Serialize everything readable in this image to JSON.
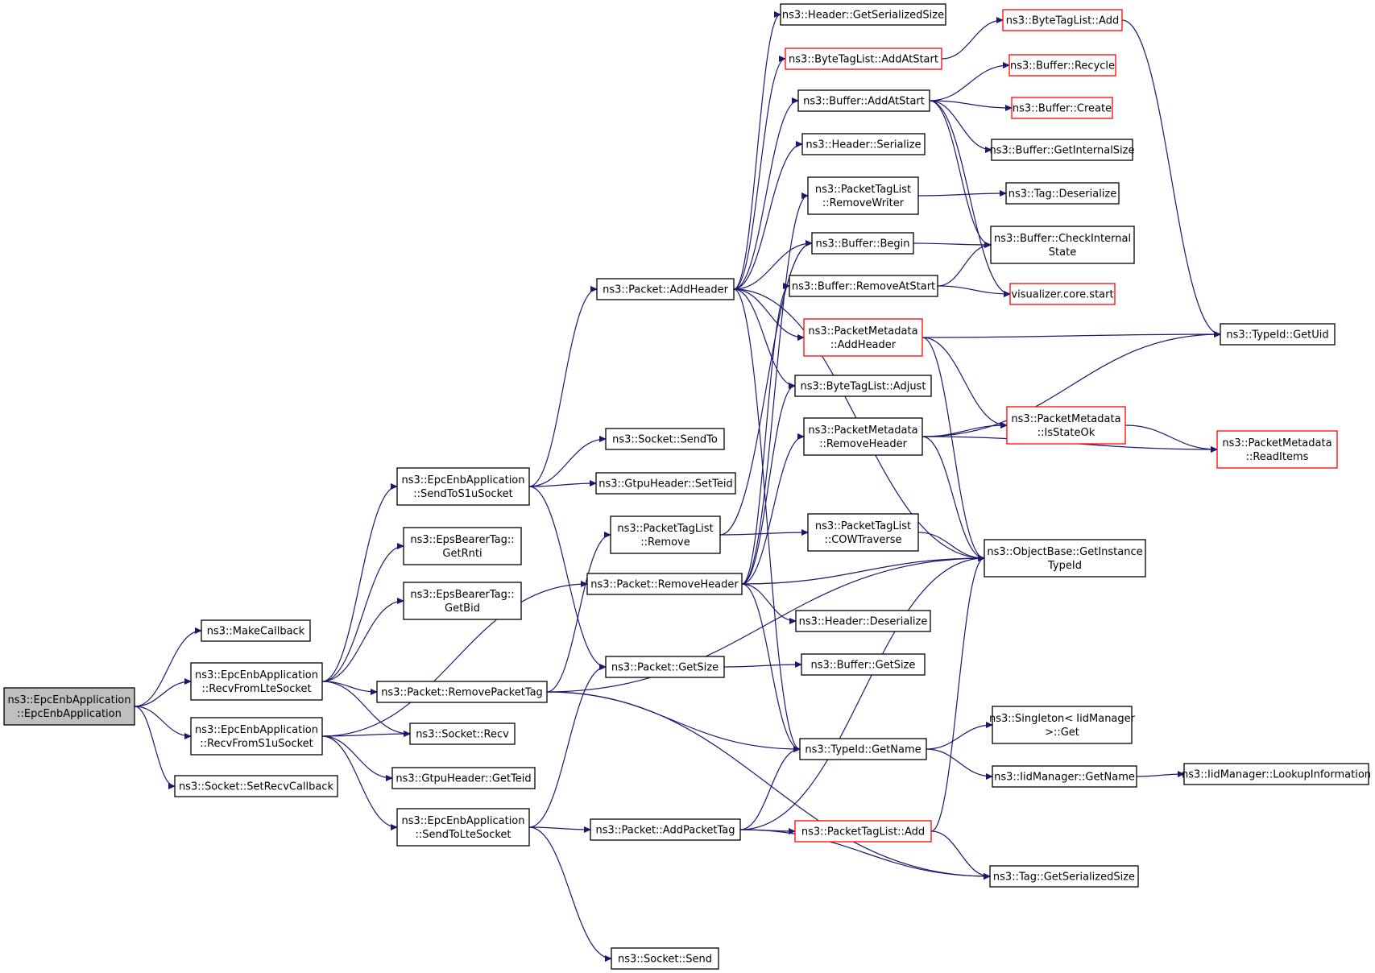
{
  "colors": {
    "edge": "#191970",
    "box_border_default": "#000000",
    "box_border_truncated": "#ff0000",
    "root_fill": "#bfbfbf",
    "box_fill": "#ffffff"
  },
  "nodes": [
    {
      "id": "root",
      "lines": [
        "ns3::EpcEnbApplication",
        "::EpcEnbApplication"
      ],
      "style": "root"
    },
    {
      "id": "makecallback",
      "lines": [
        "ns3::MakeCallback"
      ],
      "style": "normal"
    },
    {
      "id": "recvfromlte",
      "lines": [
        "ns3::EpcEnbApplication",
        "::RecvFromLteSocket"
      ],
      "style": "normal"
    },
    {
      "id": "recvfroms1u",
      "lines": [
        "ns3::EpcEnbApplication",
        "::RecvFromS1uSocket"
      ],
      "style": "normal"
    },
    {
      "id": "setrecvcallback",
      "lines": [
        "ns3::Socket::SetRecvCallback"
      ],
      "style": "normal"
    },
    {
      "id": "sendtos1u",
      "lines": [
        "ns3::EpcEnbApplication",
        "::SendToS1uSocket"
      ],
      "style": "normal"
    },
    {
      "id": "getrnti",
      "lines": [
        "ns3::EpsBearerTag::",
        "GetRnti"
      ],
      "style": "normal"
    },
    {
      "id": "getbid",
      "lines": [
        "ns3::EpsBearerTag::",
        "GetBid"
      ],
      "style": "normal"
    },
    {
      "id": "removepackettag",
      "lines": [
        "ns3::Packet::RemovePacketTag"
      ],
      "style": "normal"
    },
    {
      "id": "socketrecv",
      "lines": [
        "ns3::Socket::Recv"
      ],
      "style": "normal"
    },
    {
      "id": "gtpgetteid",
      "lines": [
        "ns3::GtpuHeader::GetTeid"
      ],
      "style": "normal"
    },
    {
      "id": "sendtolte",
      "lines": [
        "ns3::EpcEnbApplication",
        "::SendToLteSocket"
      ],
      "style": "normal"
    },
    {
      "id": "addheader",
      "lines": [
        "ns3::Packet::AddHeader"
      ],
      "style": "normal"
    },
    {
      "id": "socketsendto",
      "lines": [
        "ns3::Socket::SendTo"
      ],
      "style": "normal"
    },
    {
      "id": "gtpsetteid",
      "lines": [
        "ns3::GtpuHeader::SetTeid"
      ],
      "style": "normal"
    },
    {
      "id": "ptlremove",
      "lines": [
        "ns3::PacketTagList",
        "::Remove"
      ],
      "style": "normal"
    },
    {
      "id": "removeheader",
      "lines": [
        "ns3::Packet::RemoveHeader"
      ],
      "style": "normal"
    },
    {
      "id": "packetgetsize",
      "lines": [
        "ns3::Packet::GetSize"
      ],
      "style": "normal"
    },
    {
      "id": "addpackettag",
      "lines": [
        "ns3::Packet::AddPacketTag"
      ],
      "style": "normal"
    },
    {
      "id": "socketsend",
      "lines": [
        "ns3::Socket::Send"
      ],
      "style": "normal"
    },
    {
      "id": "hdrgetsersize",
      "lines": [
        "ns3::Header::GetSerializedSize"
      ],
      "style": "normal"
    },
    {
      "id": "btladdatstart",
      "lines": [
        "ns3::ByteTagList::AddAtStart"
      ],
      "style": "truncated"
    },
    {
      "id": "bufaddatstart",
      "lines": [
        "ns3::Buffer::AddAtStart"
      ],
      "style": "normal"
    },
    {
      "id": "hdrserialize",
      "lines": [
        "ns3::Header::Serialize"
      ],
      "style": "normal"
    },
    {
      "id": "ptlremovewriter",
      "lines": [
        "ns3::PacketTagList",
        "::RemoveWriter"
      ],
      "style": "normal"
    },
    {
      "id": "bufbegin",
      "lines": [
        "ns3::Buffer::Begin"
      ],
      "style": "normal"
    },
    {
      "id": "bufremoveatstart",
      "lines": [
        "ns3::Buffer::RemoveAtStart"
      ],
      "style": "normal"
    },
    {
      "id": "pmaddheader",
      "lines": [
        "ns3::PacketMetadata",
        "::AddHeader"
      ],
      "style": "truncated"
    },
    {
      "id": "btladjust",
      "lines": [
        "ns3::ByteTagList::Adjust"
      ],
      "style": "normal"
    },
    {
      "id": "pmremoveheader",
      "lines": [
        "ns3::PacketMetadata",
        "::RemoveHeader"
      ],
      "style": "normal"
    },
    {
      "id": "ptlcowtraverse",
      "lines": [
        "ns3::PacketTagList",
        "::COWTraverse"
      ],
      "style": "normal"
    },
    {
      "id": "hdrdeserialize",
      "lines": [
        "ns3::Header::Deserialize"
      ],
      "style": "normal"
    },
    {
      "id": "bufgetsize",
      "lines": [
        "ns3::Buffer::GetSize"
      ],
      "style": "normal"
    },
    {
      "id": "typeidgetname",
      "lines": [
        "ns3::TypeId::GetName"
      ],
      "style": "normal"
    },
    {
      "id": "ptladd",
      "lines": [
        "ns3::PacketTagList::Add"
      ],
      "style": "truncated"
    },
    {
      "id": "btladd",
      "lines": [
        "ns3::ByteTagList::Add"
      ],
      "style": "truncated"
    },
    {
      "id": "bufrecycle",
      "lines": [
        "ns3::Buffer::Recycle"
      ],
      "style": "truncated"
    },
    {
      "id": "bufcreate",
      "lines": [
        "ns3::Buffer::Create"
      ],
      "style": "truncated"
    },
    {
      "id": "bufgetinternalsize",
      "lines": [
        "ns3::Buffer::GetInternalSize"
      ],
      "style": "normal"
    },
    {
      "id": "tagdeserialize",
      "lines": [
        "ns3::Tag::Deserialize"
      ],
      "style": "normal"
    },
    {
      "id": "bufcheckinternal",
      "lines": [
        "ns3::Buffer::CheckInternal",
        "State"
      ],
      "style": "normal"
    },
    {
      "id": "visstart",
      "lines": [
        "visualizer.core.start"
      ],
      "style": "truncated"
    },
    {
      "id": "pmisstateok",
      "lines": [
        "ns3::PacketMetadata",
        "::IsStateOk"
      ],
      "style": "truncated"
    },
    {
      "id": "objgetinstancetypeid",
      "lines": [
        "ns3::ObjectBase::GetInstance",
        "TypeId"
      ],
      "style": "normal"
    },
    {
      "id": "singletonget",
      "lines": [
        "ns3::Singleton< IidManager",
        ">::Get"
      ],
      "style": "normal"
    },
    {
      "id": "iidgetname",
      "lines": [
        "ns3::IidManager::GetName"
      ],
      "style": "normal"
    },
    {
      "id": "taggetsersize",
      "lines": [
        "ns3::Tag::GetSerializedSize"
      ],
      "style": "normal"
    },
    {
      "id": "typeidgetuid",
      "lines": [
        "ns3::TypeId::GetUid"
      ],
      "style": "normal"
    },
    {
      "id": "pmreaditems",
      "lines": [
        "ns3::PacketMetadata",
        "::ReadItems"
      ],
      "style": "truncated"
    },
    {
      "id": "iidlookupinfo",
      "lines": [
        "ns3::IidManager::LookupInformation"
      ],
      "style": "normal"
    }
  ],
  "edges": [
    [
      "root",
      "makecallback"
    ],
    [
      "root",
      "recvfromlte"
    ],
    [
      "root",
      "recvfroms1u"
    ],
    [
      "root",
      "setrecvcallback"
    ],
    [
      "recvfromlte",
      "sendtos1u"
    ],
    [
      "recvfromlte",
      "getrnti"
    ],
    [
      "recvfromlte",
      "getbid"
    ],
    [
      "recvfromlte",
      "removepackettag"
    ],
    [
      "recvfromlte",
      "socketrecv"
    ],
    [
      "recvfroms1u",
      "socketrecv"
    ],
    [
      "recvfroms1u",
      "gtpgetteid"
    ],
    [
      "recvfroms1u",
      "sendtolte"
    ],
    [
      "recvfroms1u",
      "removeheader"
    ],
    [
      "sendtos1u",
      "addheader"
    ],
    [
      "sendtos1u",
      "socketsendto"
    ],
    [
      "sendtos1u",
      "gtpsetteid"
    ],
    [
      "sendtos1u",
      "packetgetsize"
    ],
    [
      "sendtolte",
      "addpackettag"
    ],
    [
      "sendtolte",
      "packetgetsize"
    ],
    [
      "sendtolte",
      "socketsend"
    ],
    [
      "removepackettag",
      "ptlremove"
    ],
    [
      "removepackettag",
      "typeidgetname"
    ],
    [
      "removepackettag",
      "objgetinstancetypeid"
    ],
    [
      "removepackettag",
      "taggetsersize"
    ],
    [
      "addheader",
      "hdrgetsersize"
    ],
    [
      "addheader",
      "btladdatstart"
    ],
    [
      "addheader",
      "bufaddatstart"
    ],
    [
      "addheader",
      "hdrserialize"
    ],
    [
      "addheader",
      "bufbegin"
    ],
    [
      "addheader",
      "pmaddheader"
    ],
    [
      "addheader",
      "btladjust"
    ],
    [
      "addheader",
      "objgetinstancetypeid"
    ],
    [
      "addheader",
      "typeidgetname"
    ],
    [
      "ptlremove",
      "ptlcowtraverse"
    ],
    [
      "ptlremove",
      "bufbegin"
    ],
    [
      "removeheader",
      "hdrdeserialize"
    ],
    [
      "removeheader",
      "ptlremovewriter"
    ],
    [
      "removeheader",
      "bufremoveatstart"
    ],
    [
      "removeheader",
      "btladjust"
    ],
    [
      "removeheader",
      "pmremoveheader"
    ],
    [
      "removeheader",
      "objgetinstancetypeid"
    ],
    [
      "removeheader",
      "typeidgetname"
    ],
    [
      "packetgetsize",
      "bufgetsize"
    ],
    [
      "addpackettag",
      "ptladd"
    ],
    [
      "addpackettag",
      "typeidgetname"
    ],
    [
      "addpackettag",
      "objgetinstancetypeid"
    ],
    [
      "addpackettag",
      "taggetsersize"
    ],
    [
      "btladdatstart",
      "btladd"
    ],
    [
      "bufaddatstart",
      "bufrecycle"
    ],
    [
      "bufaddatstart",
      "bufcreate"
    ],
    [
      "bufaddatstart",
      "bufgetinternalsize"
    ],
    [
      "bufaddatstart",
      "bufcheckinternal"
    ],
    [
      "bufaddatstart",
      "visstart"
    ],
    [
      "ptlremovewriter",
      "tagdeserialize"
    ],
    [
      "bufbegin",
      "bufcheckinternal"
    ],
    [
      "bufremoveatstart",
      "bufcheckinternal"
    ],
    [
      "bufremoveatstart",
      "visstart"
    ],
    [
      "pmaddheader",
      "typeidgetuid"
    ],
    [
      "pmaddheader",
      "pmisstateok"
    ],
    [
      "pmaddheader",
      "objgetinstancetypeid"
    ],
    [
      "pmremoveheader",
      "pmisstateok"
    ],
    [
      "pmremoveheader",
      "pmreaditems"
    ],
    [
      "pmremoveheader",
      "typeidgetuid"
    ],
    [
      "pmremoveheader",
      "objgetinstancetypeid"
    ],
    [
      "ptlcowtraverse",
      "objgetinstancetypeid"
    ],
    [
      "typeidgetname",
      "singletonget"
    ],
    [
      "typeidgetname",
      "iidgetname"
    ],
    [
      "ptladd",
      "objgetinstancetypeid"
    ],
    [
      "ptladd",
      "taggetsersize"
    ],
    [
      "btladd",
      "typeidgetuid"
    ],
    [
      "pmisstateok",
      "pmreaditems"
    ],
    [
      "iidgetname",
      "iidlookupinfo"
    ]
  ]
}
